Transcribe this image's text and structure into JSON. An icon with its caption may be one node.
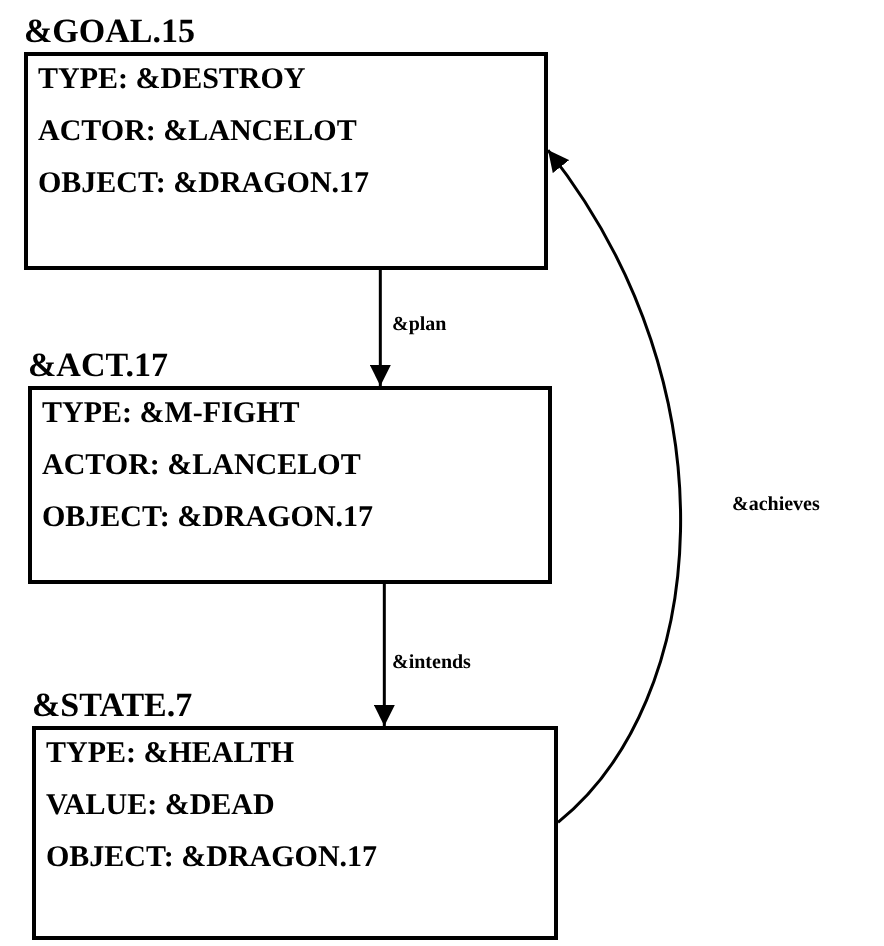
{
  "diagram": {
    "nodes": [
      {
        "text": [
          "&GOAL.15",
          "TYPE: &DESTROY",
          "ACTOR: &LANCELOT",
          "OBJECT: &DRAGON.17"
        ]
      },
      {
        "text": [
          "&ACT.17",
          "TYPE: &M-FIGHT",
          "ACTOR: &LANCELOT",
          "OBJECT: &DRAGON.17"
        ]
      },
      {
        "text": [
          "&STATE.7",
          "TYPE: &HEALTH",
          "VALUE: &DEAD",
          "OBJECT: &DRAGON.17"
        ]
      }
    ],
    "edges": [
      {
        "from": 0,
        "to": 1,
        "arrow": "to",
        "label": "&plan"
      },
      {
        "from": 1,
        "to": 2,
        "arrow": "to",
        "label": "&intends"
      },
      {
        "from": 2,
        "to": 0,
        "arrow": "to",
        "label": "&achieves"
      }
    ]
  }
}
